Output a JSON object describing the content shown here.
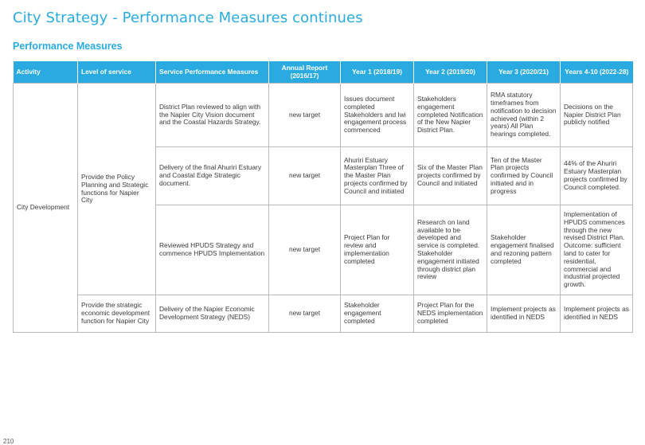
{
  "page": {
    "title": "City Strategy - Performance Measures continues",
    "section_title": "Performance Measures",
    "page_number": "210"
  },
  "table": {
    "headers": [
      "Activity",
      "Level of service",
      "Service Performance Measures",
      "Annual Report (2016/17)",
      "Year 1 (2018/19)",
      "Year 2 (2019/20)",
      "Year 3 (2020/21)",
      "Years 4-10 (2022-28)"
    ],
    "activity": "City Development",
    "groups": [
      {
        "level_of_service": "Provide the Policy Planning and Strategic functions for Napier City",
        "rows": [
          {
            "measure": "District Plan reviewed to align with the Napier City Vision document and the Coastal Hazards Strategy.",
            "annual_report": "new target",
            "year1": "Issues document completed Stakeholders and Iwi engagement process commenced",
            "year2": "Stakeholders engagement completed Notification of the New Napier District Plan.",
            "year3": "RMA statutory timeframes from notification to decision achieved (within 2 years) All Plan hearings completed.",
            "years4_10": "Decisions on the Napier District Plan publicly notified"
          },
          {
            "measure": "Delivery of the final Ahuriri Estuary and Coastal Edge Strategic document.",
            "annual_report": "new target",
            "year1": "Ahuriri Estuary Masterplan Three of the Master Plan projects confirmed by Council and initiated",
            "year2": "Six of the Master Plan projects confirmed by Council and initiated",
            "year3": "Ten of the Master Plan projects confirmed by Council initiated and in progress",
            "years4_10": "44% of the Ahuriri Estuary Masterplan projects confirmed by Council completed."
          },
          {
            "measure": "Reviewed HPUDS Strategy and commence HPUDS Implementation",
            "annual_report": "new target",
            "year1": "Project Plan for review and implementation completed",
            "year2": "Research on land available to be developed and service is completed. Stakeholder engagement initiated through district plan review",
            "year3": "Stakeholder engagement finalised and rezoning pattern completed",
            "years4_10": "Implementation of HPUDS commences through the new revised District Plan. Outcome: sufficient land to cater for residential, commercial and industrial projected growth."
          }
        ]
      },
      {
        "level_of_service": "Provide the strategic economic development function for Napier City",
        "rows": [
          {
            "measure": "Delivery of the Napier Economic Development Strategy (NEDS)",
            "annual_report": "new target",
            "year1": "Stakeholder engagement completed",
            "year2": "Project Plan for the NEDS implementation completed",
            "year3": "Implement projects as identified in NEDS",
            "years4_10": "Implement projects as identified in NEDS"
          }
        ]
      }
    ]
  }
}
